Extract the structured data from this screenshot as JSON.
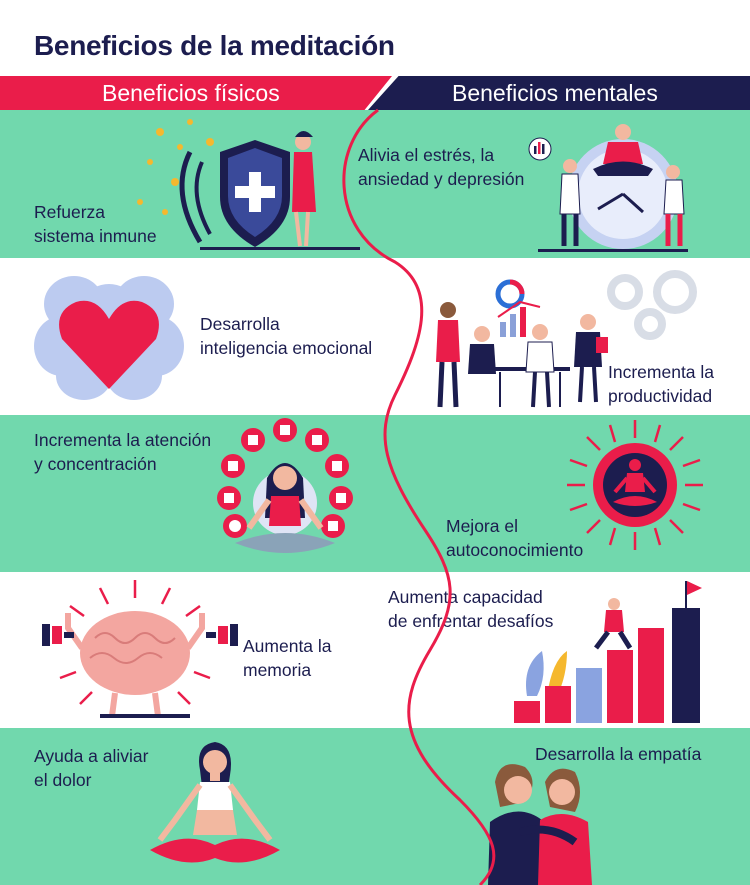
{
  "title": "Beneficios de la meditación",
  "headers": {
    "physical": "Beneficios físicos",
    "mental": "Beneficios mentales"
  },
  "colors": {
    "green": "#71d8ad",
    "red": "#ea1d4a",
    "navy": "#1c1d4f"
  },
  "physical": [
    {
      "label": "Refuerza\nsistema inmune",
      "icon": "shield-icon"
    },
    {
      "label": "Desarrolla\ninteligencia emocional",
      "icon": "brain-heart-icon"
    },
    {
      "label": "Incrementa la atención\ny concentración",
      "icon": "meditating-woman-icon"
    },
    {
      "label": "Aumenta la\nmemoria",
      "icon": "strong-brain-icon"
    },
    {
      "label": "Ayuda a aliviar\nel dolor",
      "icon": "yoga-woman-icon"
    }
  ],
  "mental": [
    {
      "label": "Alivia el estrés, la\nansiedad y depresión",
      "icon": "clock-meditation-icon"
    },
    {
      "label": "Incrementa la\nproductividad",
      "icon": "team-work-icon"
    },
    {
      "label": "Mejora el\nautoconocimiento",
      "icon": "sun-meditation-icon"
    },
    {
      "label": "Aumenta capacidad\nde enfrentar desafíos",
      "icon": "stairs-chart-icon"
    },
    {
      "label": "Desarrolla la empatía",
      "icon": "hugging-women-icon"
    }
  ]
}
